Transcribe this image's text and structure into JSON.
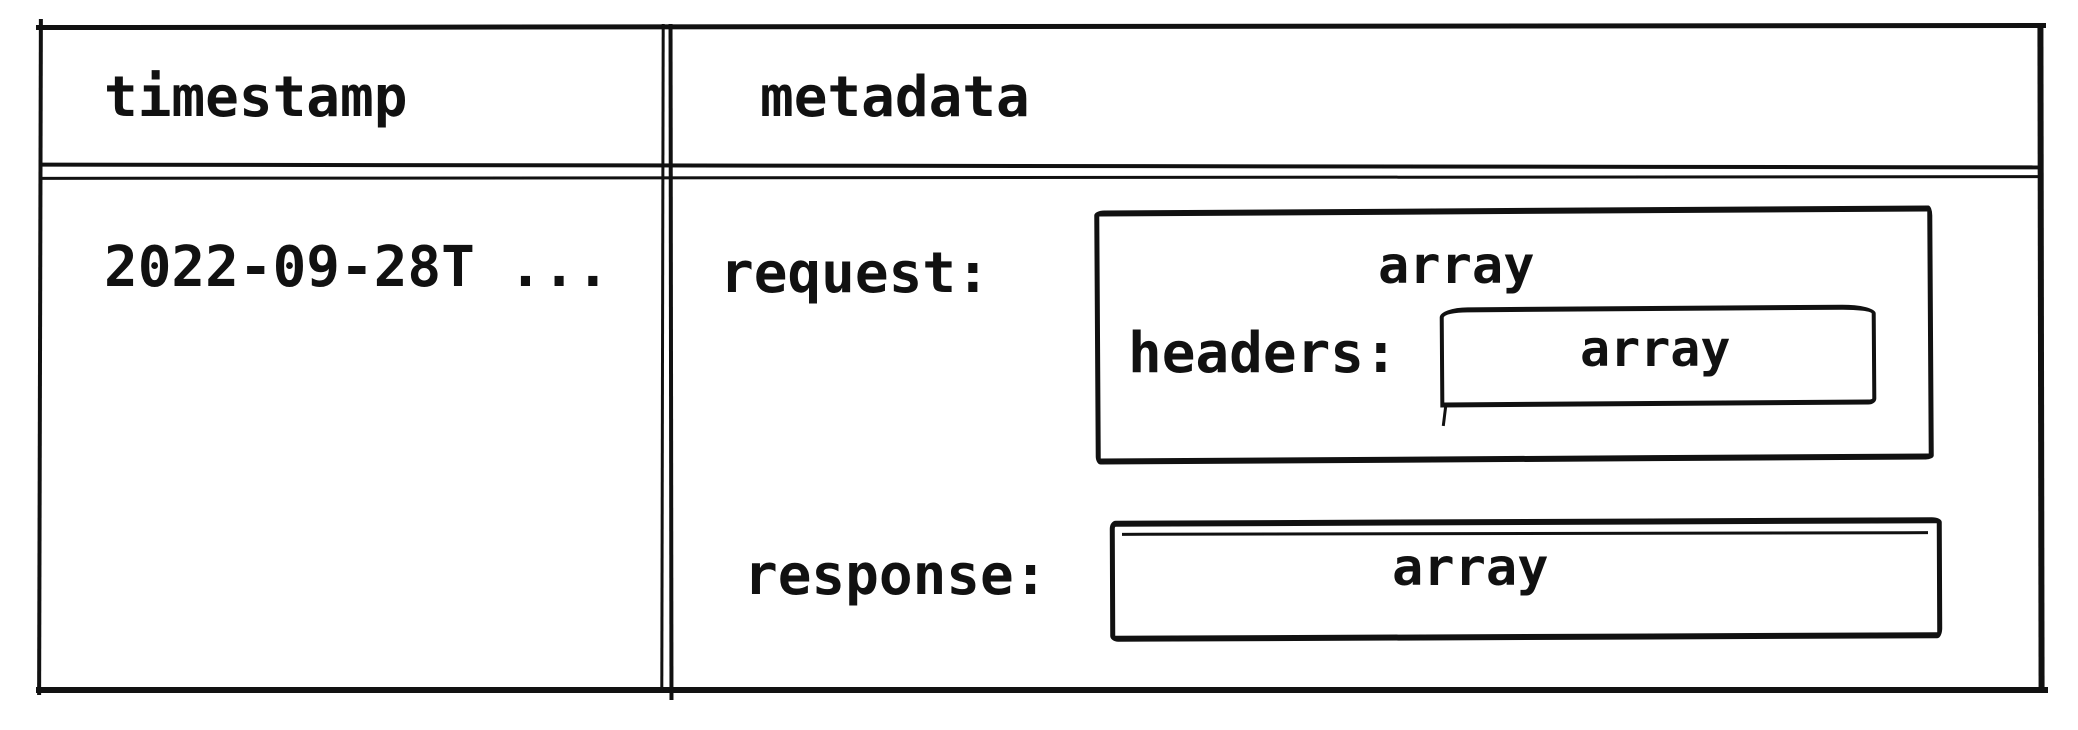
{
  "diagram": {
    "table": {
      "headers": [
        "timestamp",
        "metadata"
      ],
      "rows": [
        {
          "timestamp": "2022-09-28T ...",
          "metadata": {
            "request": {
              "label": "request:",
              "value_type": "array",
              "nested": {
                "headers_label": "headers:",
                "headers_value_type": "array"
              }
            },
            "response": {
              "label": "response:",
              "value_type": "array"
            }
          }
        }
      ]
    },
    "colors": {
      "ink": "#111111",
      "background": "#ffffff"
    }
  }
}
